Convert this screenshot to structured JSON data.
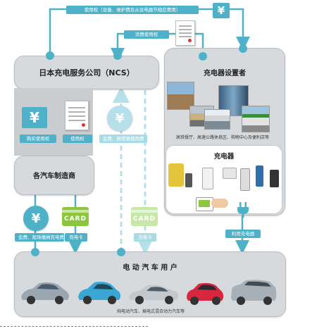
{
  "labels": {
    "top_flow": "使用权（设备、维护费及从设电器节相应费用）",
    "consumption_right": "消费使用权",
    "ncs": "日本充电服务公司（NCS）",
    "installer": "充电器设置者",
    "installer_caption": "高铁餐厅、高速公路休息区、购物中心及便利店等",
    "charger": "充电器",
    "buy_right": "购买使用权",
    "use_right": "使用权",
    "member_fee": "会费、额度缴使用费",
    "manufacturer": "各汽车制造商",
    "member_fee_2": "会费、现场缴纳充电费",
    "charging_card": "充电卡",
    "charging_card_2": "充电卡",
    "use_charger": "利用充电器",
    "ev_users": "电 动 汽 车 用 户",
    "ev_caption": "纯电动汽车、插电式混合动力汽车等"
  },
  "symbols": {
    "yen": "¥",
    "card": "CARD"
  },
  "colors": {
    "accent": "#4fb1c7",
    "box": "#d7dadd",
    "card": "#8cc63f"
  }
}
